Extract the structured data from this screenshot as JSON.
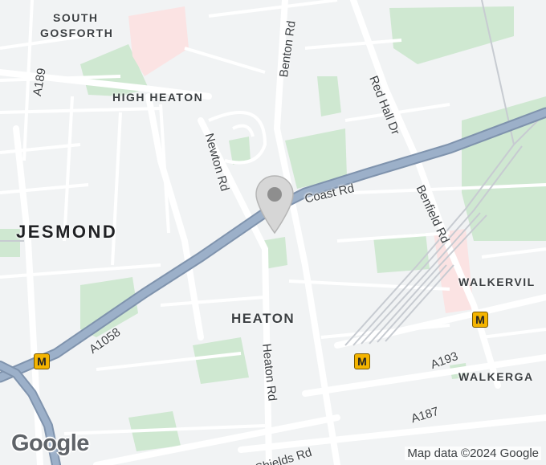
{
  "areas": {
    "south_gosforth_line1": "SOUTH",
    "south_gosforth_line2": "GOSFORTH",
    "high_heaton": "HIGH HEATON",
    "jesmond": "JESMOND",
    "heaton": "HEATON",
    "walkerville": "WALKERVIL",
    "walkergate": "WALKERGA"
  },
  "roads": {
    "a189": "A189",
    "benton_rd": "Benton Rd",
    "red_hall_dr": "Red Hall Dr",
    "newton_rd": "Newton Rd",
    "coast_rd": "Coast Rd",
    "benfield_rd": "Benfield Rd",
    "a1058": "A1058",
    "heaton_rd": "Heaton Rd",
    "a193": "A193",
    "a187": "A187",
    "shields_rd": "Shields Rd"
  },
  "metro": {
    "symbol": "M"
  },
  "logo": "Google",
  "attribution": "Map data ©2024 Google",
  "marker": {
    "icon": "map-pin-icon"
  },
  "colors": {
    "background": "#f1f3f4",
    "park": "#c8e6c9",
    "major_road": "#8ea3bf",
    "road": "#ffffff",
    "hospital": "#fbe0e0",
    "rail": "#c4c9cf",
    "metro": "#f4b400",
    "pin": "#d5d5d5"
  }
}
